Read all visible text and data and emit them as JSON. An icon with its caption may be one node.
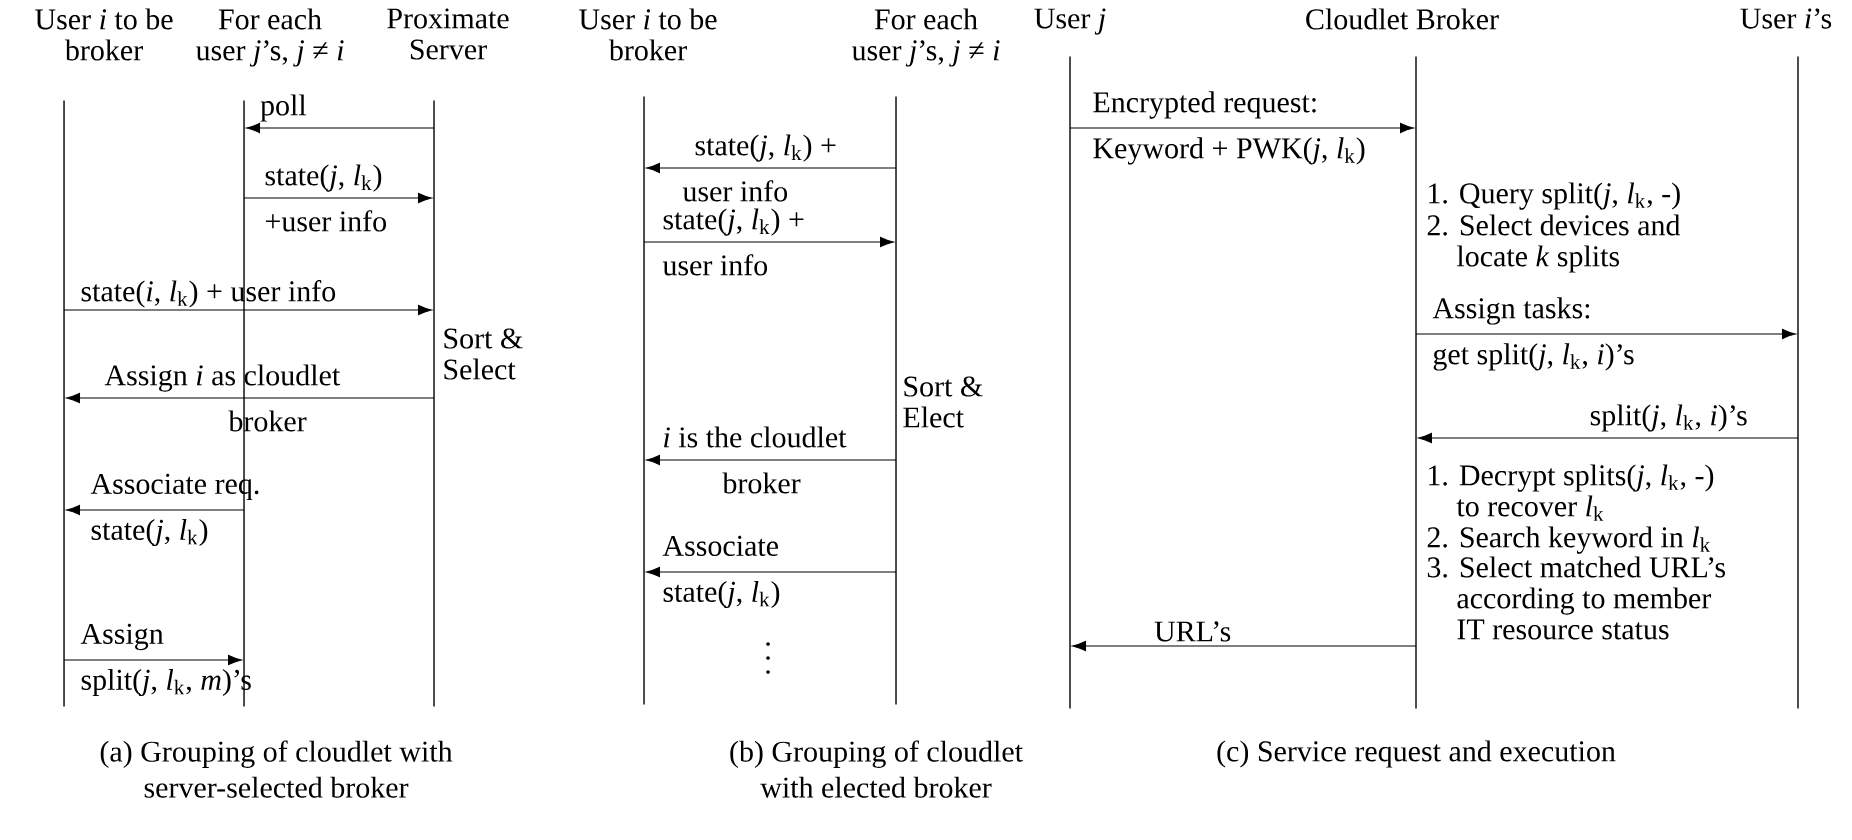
{
  "diagram": {
    "nodes": [
      {
        "text": [
          "User *i* to be broker"
        ]
      },
      {
        "text": [
          "For each user *j*’s, *j* ≠ *i*"
        ]
      },
      {
        "text": [
          "Proximate Server"
        ],
        "beside": [
          "Sort & Select"
        ]
      },
      {
        "text": [
          "User *i* to be broker"
        ]
      },
      {
        "text": [
          "For each user *j*’s, *j* ≠ *i*"
        ],
        "beside": [
          "Sort & Elect"
        ]
      },
      {
        "text": [
          "User *j*"
        ]
      },
      {
        "text": [
          "Cloudlet Broker"
        ],
        "beside": [
          "1. Query split(*j*, *l*$_{k}$, -)",
          "2. Select devices and locate *k* splits",
          "1. Decrypt splits(*j*, *l*$_{k}$, -) to recover *l*$_{k}$",
          "2. Search keyword in *l*$_{k}$",
          "3. Select matched URL’s according to member IT resource status"
        ]
      },
      {
        "text": [
          "User *i*’s"
        ]
      }
    ],
    "edges": [
      {
        "from": 2,
        "to": 1,
        "arrow": "to",
        "label": "poll"
      },
      {
        "from": 1,
        "to": 2,
        "arrow": "to",
        "label": "state(*j*, *l*$_{k}$) +user info"
      },
      {
        "from": 0,
        "to": 2,
        "arrow": "to",
        "label": "state(*i*, *l*$_{k}$) + user info"
      },
      {
        "from": 2,
        "to": 0,
        "arrow": "to",
        "label": "Assign *i* as cloudlet broker"
      },
      {
        "from": 1,
        "to": 0,
        "arrow": "to",
        "label": "Associate req. state(*j*, *l*$_{k}$)"
      },
      {
        "from": 0,
        "to": 1,
        "arrow": "to",
        "label": "Assign split(*j*, *l*$_{k}$, *m*)’s"
      },
      {
        "from": 4,
        "to": 3,
        "arrow": "to",
        "label": "state(*j*, *l*$_{k}$) + user info"
      },
      {
        "from": 3,
        "to": 4,
        "arrow": "to",
        "label": "state(*j*, *l*$_{k}$) + user info"
      },
      {
        "from": 4,
        "to": 3,
        "arrow": "to",
        "label": "*i* is the cloudlet broker"
      },
      {
        "from": 4,
        "to": 3,
        "arrow": "to",
        "label": "Associate state(*j*, *l*$_{k}$)"
      },
      {
        "from": 5,
        "to": 6,
        "arrow": "to",
        "label": "Encrypted request: Keyword + PWK(*j*, *l*$_{k}$)"
      },
      {
        "from": 6,
        "to": 7,
        "arrow": "to",
        "label": "Assign tasks: get split(*j*, *l*$_{k}$, *i*)’s"
      },
      {
        "from": 7,
        "to": 6,
        "arrow": "to",
        "label": "split(*j*, *l*$_{k}$, *i*)’s"
      },
      {
        "from": 6,
        "to": 5,
        "arrow": "to",
        "label": "URL’s"
      }
    ],
    "labels": [
      "(a) Grouping of cloudlet with server-selected broker",
      "(b) Grouping of cloudlet with elected broker",
      "(c) Service request and execution"
    ]
  }
}
